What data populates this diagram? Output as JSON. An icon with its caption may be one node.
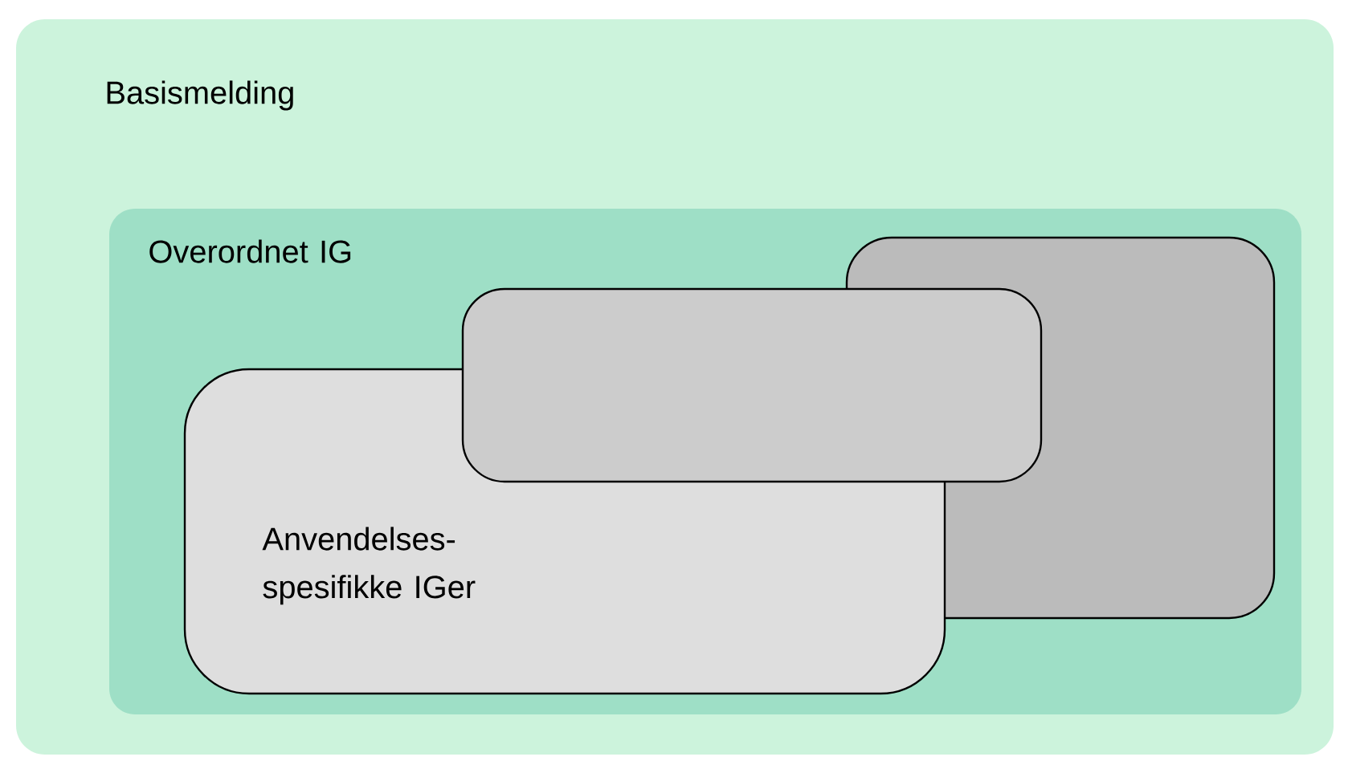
{
  "diagram": {
    "nodes": [
      {
        "text": [
          "Basismelding"
        ]
      },
      {
        "text": [
          "Overordnet IG"
        ],
        "in": 0
      },
      {
        "text": [],
        "shape": "box",
        "in": 1
      },
      {
        "text": [],
        "shape": "box",
        "in": 1
      },
      {
        "text": [
          "Anvendelses- spesifikke IGer"
        ],
        "in": 1
      }
    ]
  }
}
